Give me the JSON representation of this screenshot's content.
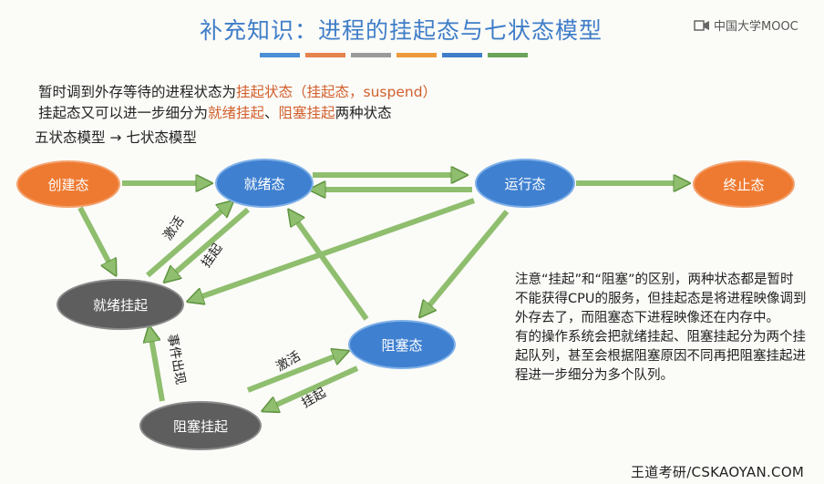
{
  "header": {
    "title": "补充知识：进程的挂起态与七状态模型",
    "logo_text": "中国大学MOOC",
    "stripe_colors": [
      "#4d8fd6",
      "#e4834a",
      "#9a9a9a",
      "#ee9a3c",
      "#3f7dc8",
      "#6aa35a"
    ]
  },
  "intro": {
    "line1_prefix": "暂时调到外存等待的进程状态为",
    "line1_highlight": "挂起状态（挂起态，suspend）",
    "line2_prefix": "挂起态又可以进一步细分为",
    "line2_hl1": "就绪挂起",
    "line2_sep": "、",
    "line2_hl2": "阻塞挂起",
    "line2_suffix": "两种状态",
    "line3": "五状态模型 → 七状态模型"
  },
  "nodes": {
    "create": "创建态",
    "ready": "就绪态",
    "running": "运行态",
    "terminated": "终止态",
    "ready_suspend": "就绪挂起",
    "blocked": "阻塞态",
    "blocked_suspend": "阻塞挂起"
  },
  "edge_labels": {
    "activate_1": "激活",
    "suspend_1": "挂起",
    "event_occurs": "事件出现",
    "activate_2": "激活",
    "suspend_2": "挂起"
  },
  "note": {
    "p1": "注意“挂起”和“阻塞”的区别，两种状态都是暂时不能获得CPU的服务，但挂起态是将进程映像调到外存去了，而阻塞态下进程映像还在内存中。",
    "p2": "有的操作系统会把就绪挂起、阻塞挂起分为两个挂起队列，甚至会根据阻塞原因不同再把阻塞挂起进程进一步细分为多个队列。"
  },
  "footer": "王道考研/CSKAOYAN.COM",
  "colors": {
    "arrow": "#8fbe6e",
    "arrow_stroke": "#5f9440",
    "title": "#3f7dc8",
    "highlight": "#d25f2c"
  }
}
